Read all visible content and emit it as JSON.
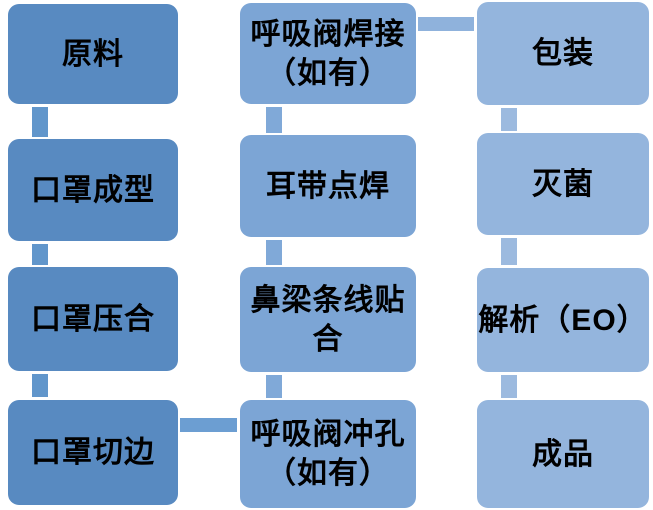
{
  "diagram": {
    "type": "flowchart",
    "background_color": "#FFFFFF",
    "text_color": "#000000",
    "columns": [
      {
        "name": "forming-stage",
        "box_color": "#588AC1",
        "connector_color": "#6196CB",
        "nodes": [
          {
            "label": "原料"
          },
          {
            "label": "口罩成型"
          },
          {
            "label": "口罩压合"
          },
          {
            "label": "口罩切边"
          }
        ]
      },
      {
        "name": "assembly-stage",
        "box_color": "#7CA5D5",
        "connector_color": "#80A9D8",
        "nodes": [
          {
            "label": "呼吸阀焊接\n（如有）"
          },
          {
            "label": "耳带点焊"
          },
          {
            "label": "鼻梁条线贴\n合"
          },
          {
            "label": "呼吸阀冲孔\n（如有）"
          }
        ]
      },
      {
        "name": "finishing-stage",
        "box_color": "#94B5DD",
        "connector_color": "#9CBADF",
        "nodes": [
          {
            "label": "包装"
          },
          {
            "label": "灭菌"
          },
          {
            "label": "解析（EO）"
          },
          {
            "label": "成品"
          }
        ]
      }
    ],
    "cross_connectors": [
      {
        "from": "口罩切边",
        "to": "呼吸阀冲孔（如有）",
        "color": "#6C9ED2"
      },
      {
        "from": "呼吸阀焊接（如有）",
        "to": "包装",
        "color": "#8FB2DC"
      }
    ]
  }
}
